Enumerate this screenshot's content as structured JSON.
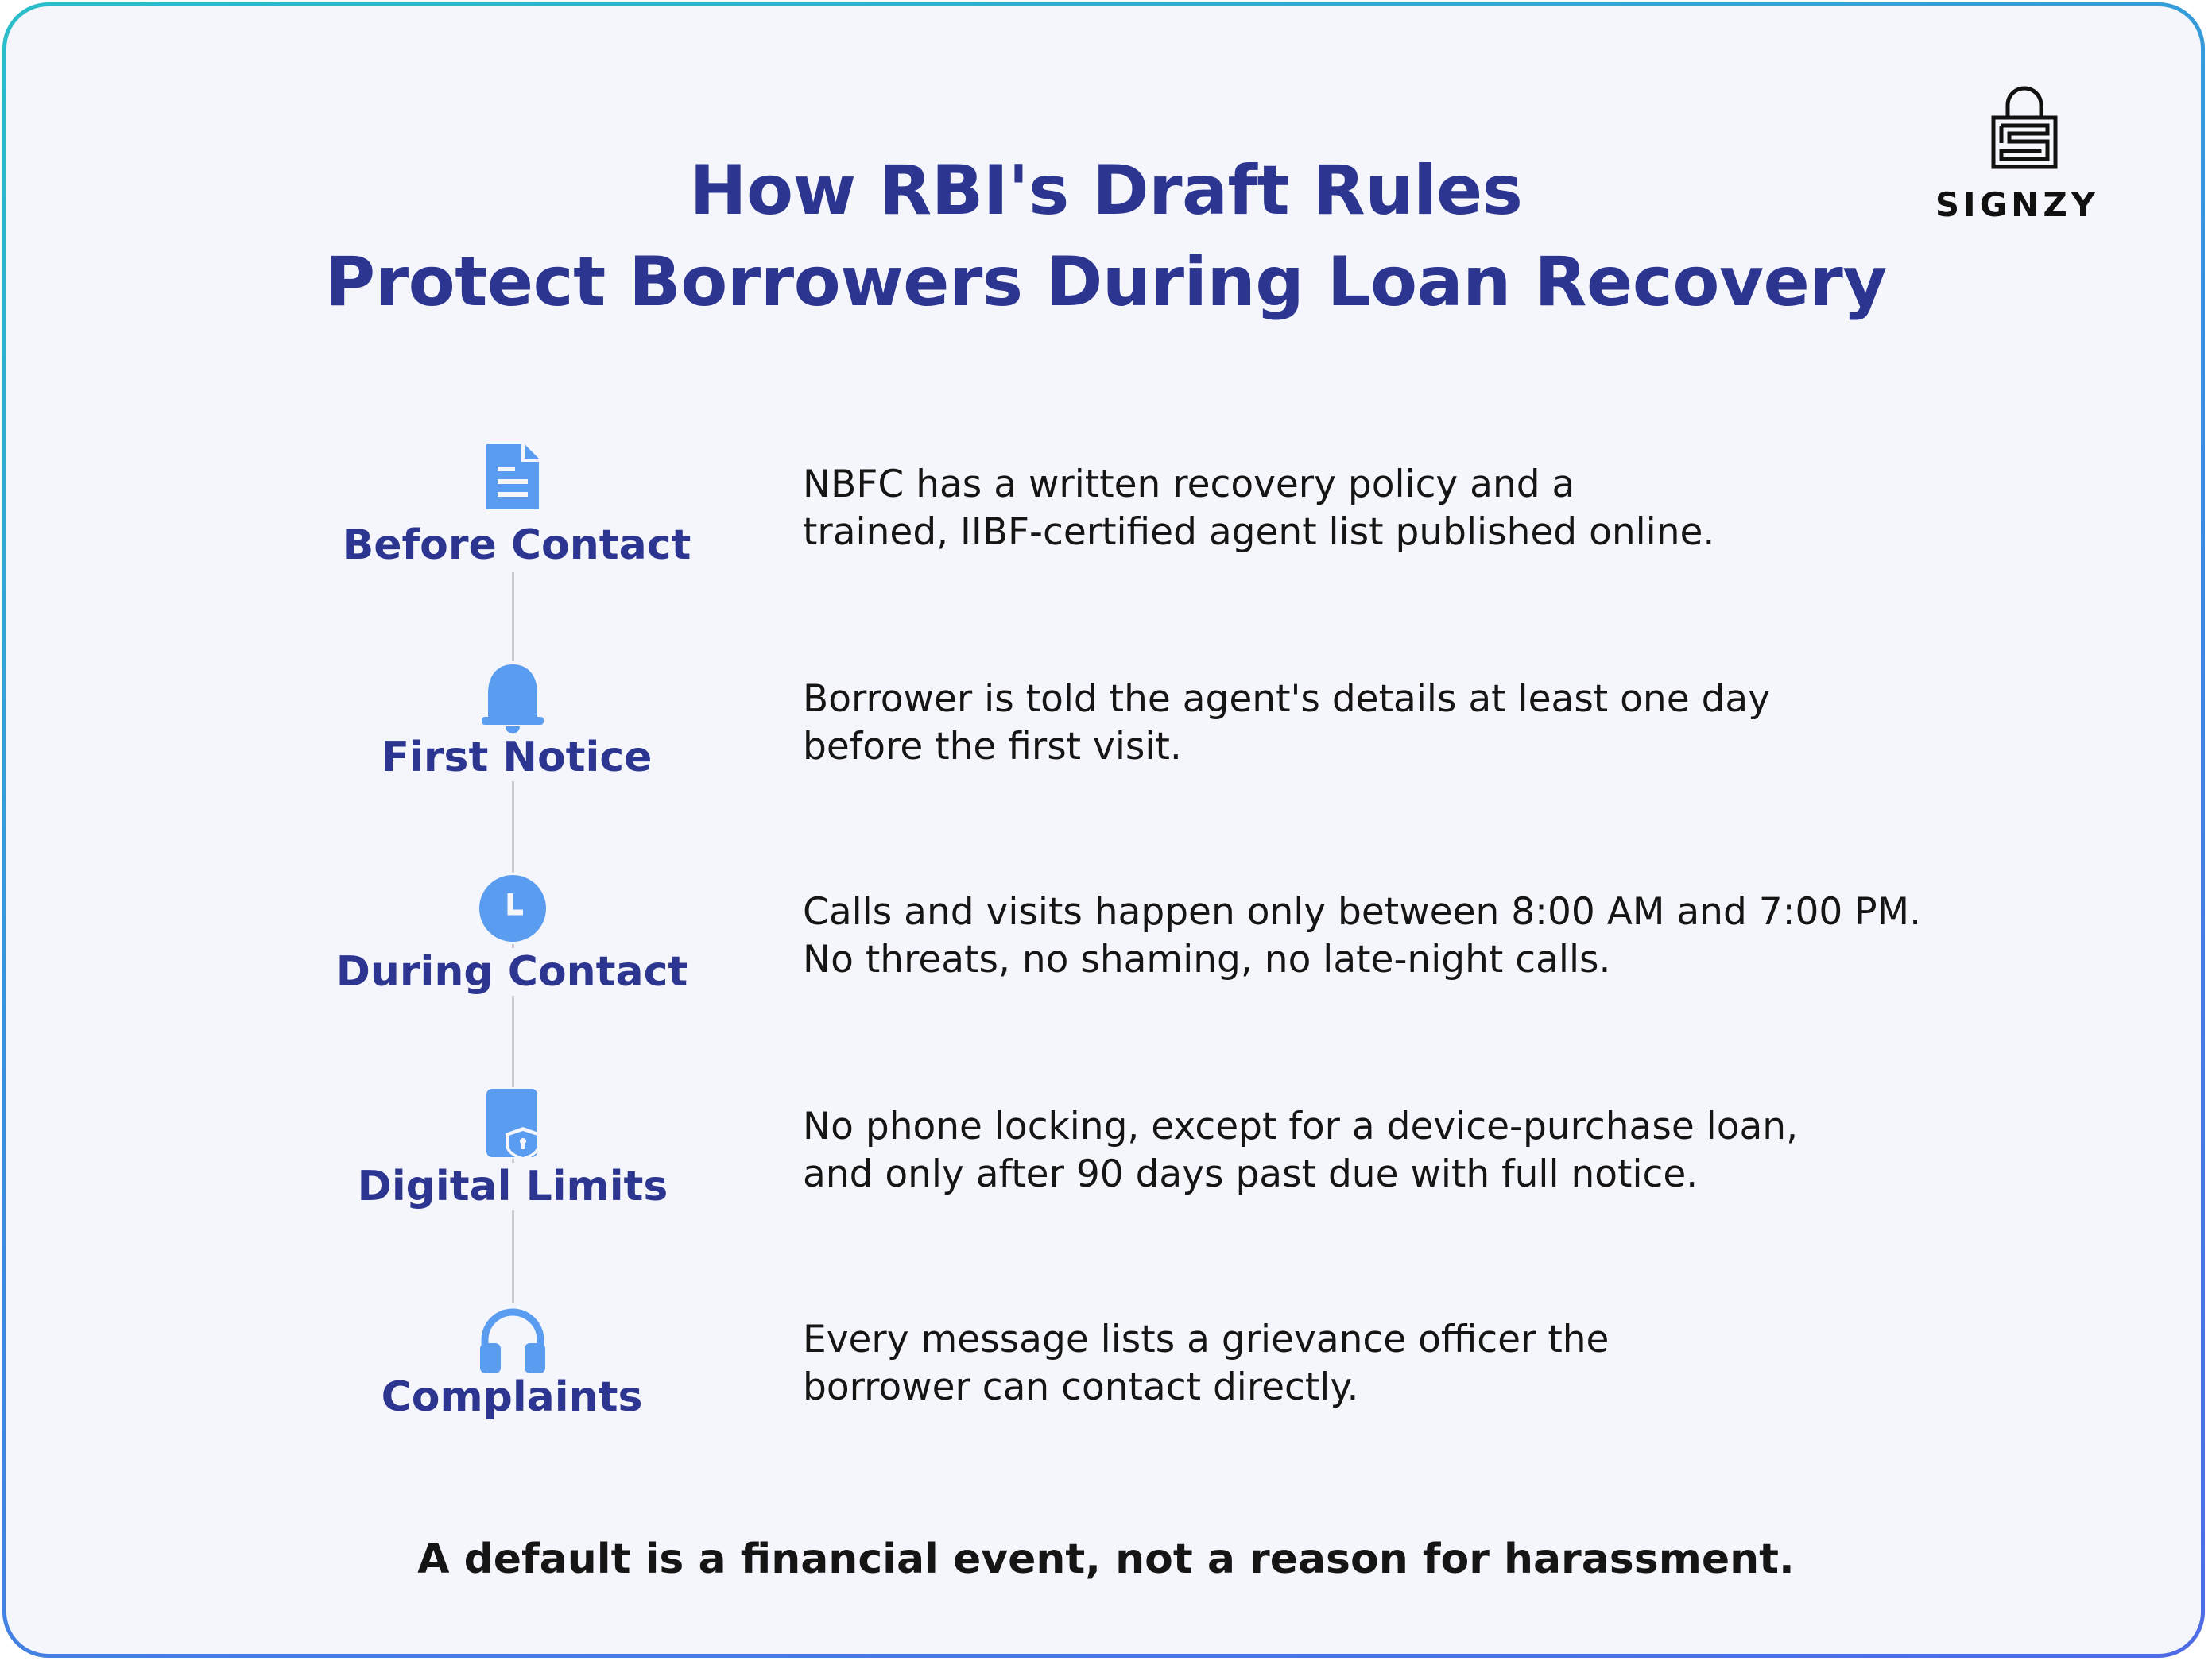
{
  "title": {
    "line1": "How RBI's Draft Rules",
    "line2": "Protect Borrowers During Loan Recovery"
  },
  "brand": {
    "name": "SIGNZY",
    "logo_icon": "lock-maze-icon"
  },
  "colors": {
    "heading": "#2c3590",
    "icon": "#5a9cf0",
    "text": "#151515",
    "background": "#f5f6fb",
    "border_gradient": [
      "#29bfc9",
      "#4f6ce6"
    ]
  },
  "steps": [
    {
      "icon": "document-icon",
      "label": "Before Contact",
      "lines": [
        "NBFC has a written recovery policy and a",
        "trained, IIBF-certified agent list published online."
      ]
    },
    {
      "icon": "bell-icon",
      "label": "First Notice",
      "lines": [
        "Borrower is told the agent's details at least one day",
        "before the first visit."
      ]
    },
    {
      "icon": "clock-icon",
      "label": "During Contact",
      "lines": [
        "Calls and visits happen only between 8:00 AM and 7:00 PM.",
        "No threats, no shaming, no late-night calls."
      ]
    },
    {
      "icon": "phone-shield-icon",
      "label": "Digital Limits",
      "lines": [
        "No phone locking, except for a device-purchase loan,",
        "and only after 90 days past due with full notice."
      ]
    },
    {
      "icon": "headphones-icon",
      "label": "Complaints",
      "lines": [
        "Every message lists a grievance officer the",
        "borrower can contact directly."
      ]
    }
  ],
  "footer": "A default is a financial event, not a reason for harassment."
}
